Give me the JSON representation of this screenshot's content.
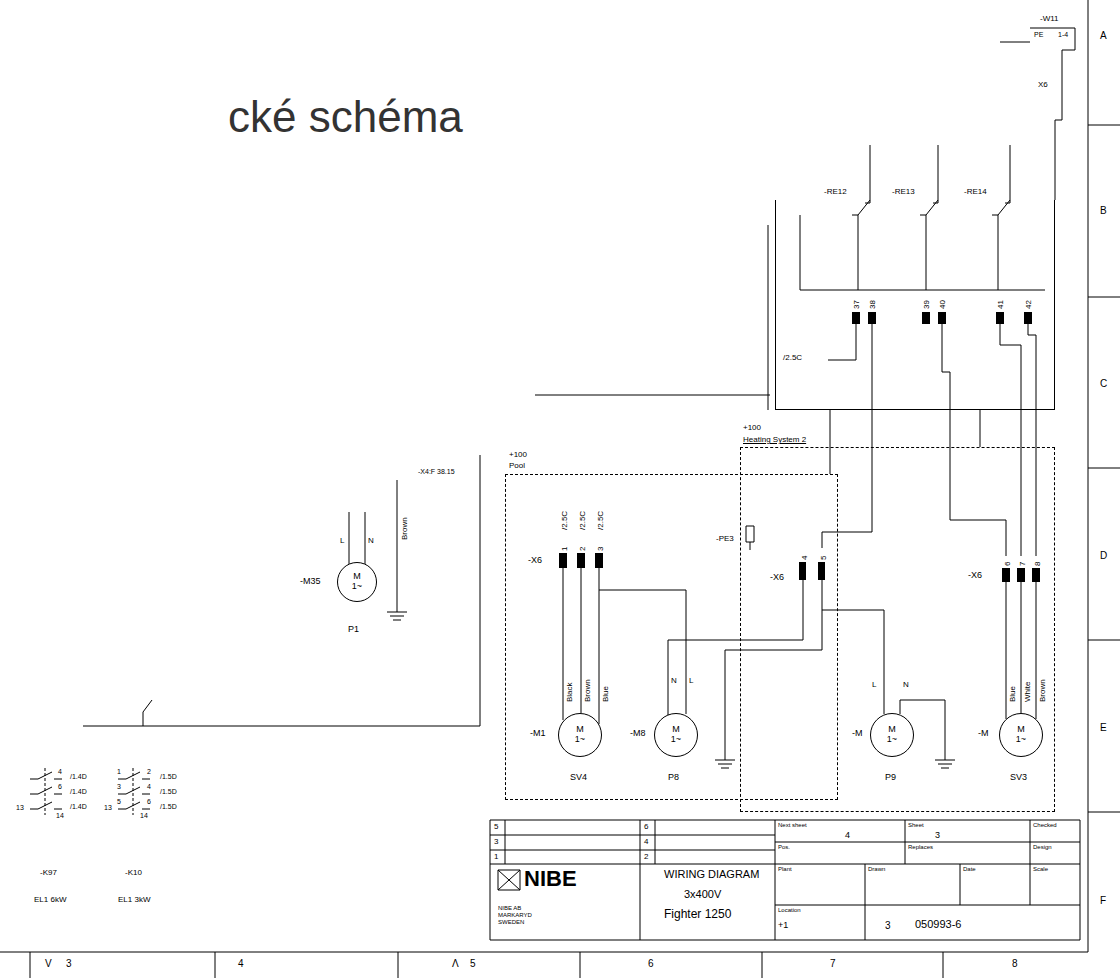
{
  "diagram": {
    "title": "cké schéma",
    "nodes": [
      {
        "text": [
          "-RE12",
          "-RE13",
          "-RE14"
        ]
      },
      {
        "text": [
          "M 1~"
        ]
      },
      {
        "text": [
          "+100",
          "Pool"
        ]
      },
      {
        "text": [
          "M 1~"
        ],
        "in": 2
      },
      {
        "text": [
          "M 1~"
        ],
        "in": 2
      },
      {
        "text": [
          "+100",
          "Heating System 2"
        ]
      },
      {
        "text": [
          "M 1~"
        ],
        "in": 5
      },
      {
        "text": [
          "M 1~"
        ],
        "in": 5
      }
    ],
    "edges": [
      {
        "from": 0,
        "to": 2,
        "arrow": "none"
      },
      {
        "from": 0,
        "to": 5,
        "arrow": "none"
      }
    ],
    "labels": [
      "-W11",
      "PE",
      "1-4",
      "X6",
      "37",
      "38",
      "39",
      "40",
      "41",
      "42",
      "/2.5C",
      "-X4:F 38.15",
      "-M35",
      "L",
      "N",
      "Brown",
      "P1",
      "/2.5C",
      "/2.5C",
      "/2.5C",
      "-X6",
      "1",
      "2",
      "3",
      "Black",
      "Brown",
      "Blue",
      "-M1",
      "N",
      "L",
      "-M8",
      "SV4",
      "P8",
      "-PE3",
      "-X6",
      "4",
      "5",
      "-X6",
      "6",
      "7",
      "8",
      "L",
      "N",
      "-M",
      "Blue",
      "White",
      "Brown",
      "-M",
      "P9",
      "SV3",
      "4",
      "/1.4D",
      "6",
      "/1.4D",
      "13",
      "/1.4D",
      "14",
      "1",
      "2",
      "/1.5D",
      "3",
      "4",
      "/1.5D",
      "5",
      "6",
      "/1.5D",
      "13",
      "14",
      "-K97",
      "EL1 6kW",
      "-K10",
      "EL1 3kW",
      "5",
      "6",
      "Next sheet",
      "4",
      "Sheet",
      "3",
      "Checked",
      "3",
      "4",
      "Pos.",
      "Replaces",
      "Design",
      "1",
      "2",
      "NIBE",
      "NIBE AB MARKARYD SWEDEN",
      "WIRING DIAGRAM",
      "3x400V",
      "Fighter 1250",
      "Plant",
      "Drawn",
      "Date",
      "Scale",
      "Location",
      "+1",
      "3",
      "050993-6",
      "A",
      "B",
      "C",
      "D",
      "E",
      "F",
      "V",
      "3",
      "4",
      "Λ",
      "5",
      "6",
      "7",
      "8"
    ]
  }
}
